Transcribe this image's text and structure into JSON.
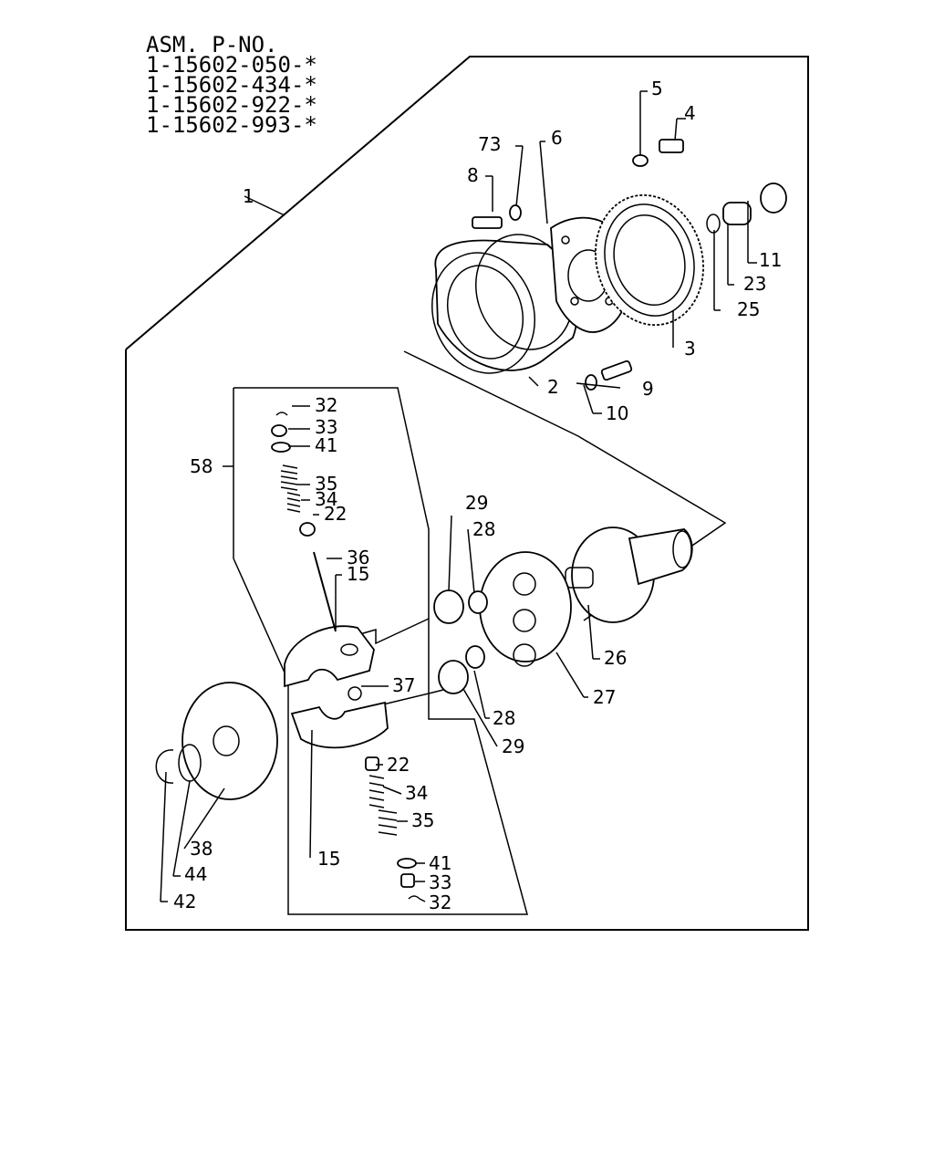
{
  "header": {
    "title": "ASM. P-NO.",
    "part_numbers": [
      "1-15602-050-*",
      "1-15602-434-*",
      "1-15602-922-*",
      "1-15602-993-*"
    ]
  },
  "callouts": {
    "c1": "1",
    "c2": "2",
    "c3": "3",
    "c4": "4",
    "c5": "5",
    "c6": "6",
    "c8": "8",
    "c9": "9",
    "c10": "10",
    "c11": "11",
    "c73": "73",
    "c23": "23",
    "c25": "25",
    "c58": "58",
    "c32a": "32",
    "c33a": "33",
    "c41a": "41",
    "c35a": "35",
    "c34a": "34",
    "c22a": "22",
    "c36": "36",
    "c15a": "15",
    "c37": "37",
    "c29a": "29",
    "c28a": "28",
    "c26": "26",
    "c27": "27",
    "c28b": "28",
    "c29b": "29",
    "c22b": "22",
    "c34b": "34",
    "c35b": "35",
    "c15b": "15",
    "c41b": "41",
    "c33b": "33",
    "c32b": "32",
    "c38": "38",
    "c44": "44",
    "c42": "42"
  }
}
